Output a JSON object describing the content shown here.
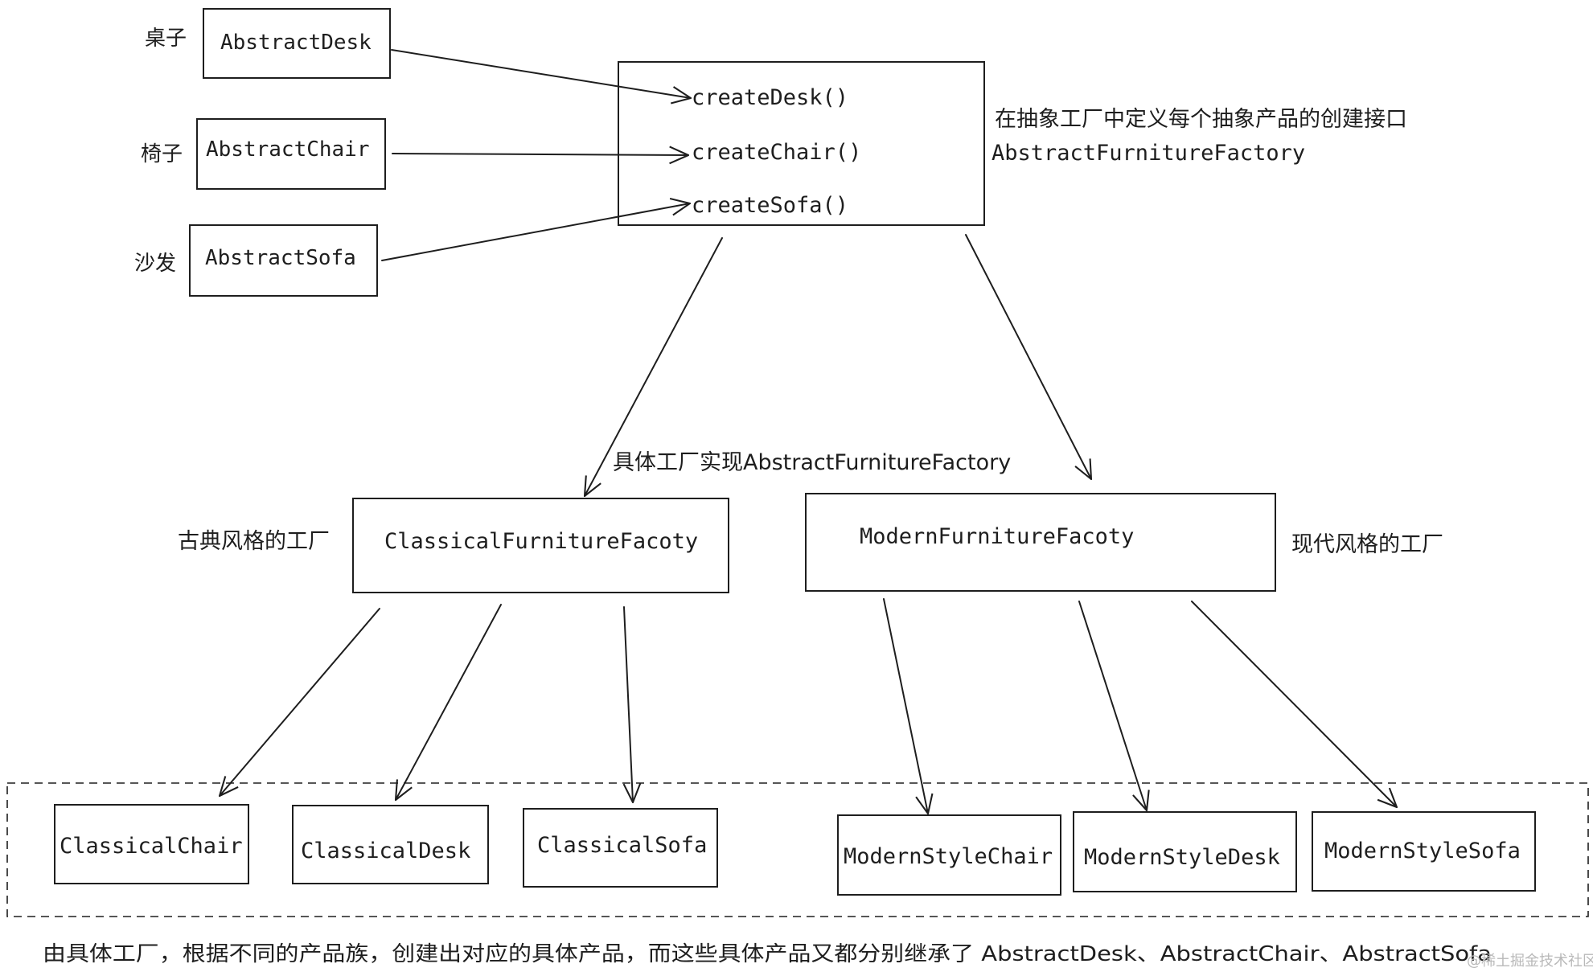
{
  "abstract_products": {
    "desk": {
      "label_cn": "桌子",
      "name": "AbstractDesk"
    },
    "chair": {
      "label_cn": "椅子",
      "name": "AbstractChair"
    },
    "sofa": {
      "label_cn": "沙发",
      "name": "AbstractSofa"
    }
  },
  "abstract_factory": {
    "methods": [
      "createDesk()",
      "createChair()",
      "createSofa()"
    ],
    "note": "在抽象工厂中定义每个抽象产品的创建接口",
    "name": "AbstractFurnitureFactory"
  },
  "implements_note": "具体工厂实现AbstractFurnitureFactory",
  "classical_factory": {
    "label_cn": "古典风格的工厂",
    "name": "ClassicalFurnitureFacoty",
    "products": [
      "ClassicalChair",
      "ClassicalDesk",
      "ClassicalSofa"
    ]
  },
  "modern_factory": {
    "label_cn": "现代风格的工厂",
    "name": "ModernFurnitureFacoty",
    "products": [
      "ModernStyleChair",
      "ModernStyleDesk",
      "ModernStyleSofa"
    ]
  },
  "summary": "由具体工厂，根据不同的产品族，创建出对应的具体产品，而这些具体产品又都分别继承了 AbstractDesk、AbstractChair、AbstractSofa",
  "watermark": "@稀土掘金技术社区"
}
